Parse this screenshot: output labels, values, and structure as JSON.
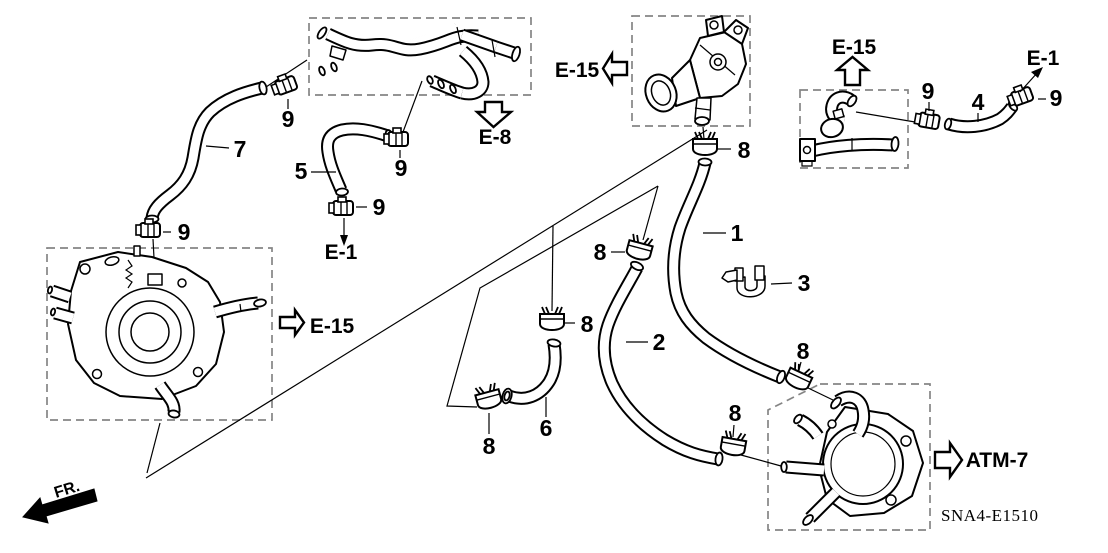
{
  "diagram": {
    "code": "SNA4-E1510",
    "front_marker": "FR.",
    "callouts": {
      "c1": "1",
      "c2": "2",
      "c3": "3",
      "c4": "4",
      "c5": "5",
      "c6": "6",
      "c7": "7",
      "c8": "8",
      "c9": "9"
    },
    "refs": {
      "e1": "E-1",
      "e8": "E-8",
      "e15": "E-15",
      "atm7": "ATM-7"
    }
  }
}
